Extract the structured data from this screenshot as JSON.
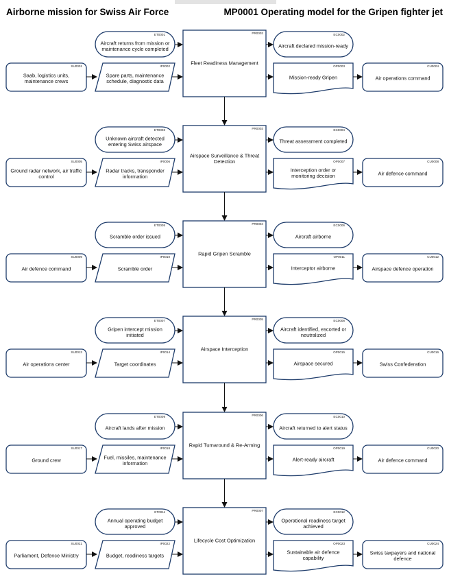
{
  "header": {
    "left_title": "Airborne mission for Swiss Air Force",
    "right_title": "MP0001 Operating model for the Gripen fighter jet"
  },
  "rows": [
    {
      "process": {
        "code": "PR0002",
        "label": [
          "Fleet Readiness Management"
        ]
      },
      "event_in": {
        "code": "ET0001",
        "label": [
          "Aircraft returns from mission or",
          "maintenance cycle completed"
        ]
      },
      "event_out": {
        "code": "EC0002",
        "label": [
          "Aircraft declared mission-ready"
        ]
      },
      "supplier": {
        "code": "SU0001",
        "label": [
          "Saab, logistics units,",
          "maintenance crews"
        ]
      },
      "input": {
        "code": "IP0002",
        "label": [
          "Spare parts, maintenance",
          "schedule, diagnostic data"
        ]
      },
      "output": {
        "code": "OP0003",
        "label": [
          "Mission-ready Gripen"
        ]
      },
      "customer": {
        "code": "CU0004",
        "label": [
          "Air operations command"
        ]
      }
    },
    {
      "process": {
        "code": "PR0003",
        "label": [
          "Airspace Surveillance & Threat",
          "Detection"
        ]
      },
      "event_in": {
        "code": "ET0003",
        "label": [
          "Unknown aircraft detected",
          "entering Swiss airspace"
        ]
      },
      "event_out": {
        "code": "EC0004",
        "label": [
          "Threat assessment completed"
        ]
      },
      "supplier": {
        "code": "SU0005",
        "label": [
          "Ground radar network, air traffic",
          "control"
        ]
      },
      "input": {
        "code": "IP0006",
        "label": [
          "Radar tracks, transponder",
          "information"
        ]
      },
      "output": {
        "code": "OP0007",
        "label": [
          "Interception order or",
          "monitoring decision"
        ]
      },
      "customer": {
        "code": "CU0008",
        "label": [
          "Air defence command"
        ]
      }
    },
    {
      "process": {
        "code": "PR0004",
        "label": [
          "Rapid Gripen Scramble"
        ]
      },
      "event_in": {
        "code": "ET0005",
        "label": [
          "Scramble order issued"
        ]
      },
      "event_out": {
        "code": "EC0006",
        "label": [
          "Aircraft airborne"
        ]
      },
      "supplier": {
        "code": "SU0009",
        "label": [
          "Air defence command"
        ]
      },
      "input": {
        "code": "IP0010",
        "label": [
          "Scramble order"
        ]
      },
      "output": {
        "code": "OP0011",
        "label": [
          "Interceptor airborne"
        ]
      },
      "customer": {
        "code": "CU0012",
        "label": [
          "Airspace defence operation"
        ]
      }
    },
    {
      "process": {
        "code": "PR0005",
        "label": [
          "Airspace Interception"
        ]
      },
      "event_in": {
        "code": "ET0007",
        "label": [
          "Gripen intercept mission",
          "initiated"
        ]
      },
      "event_out": {
        "code": "EC0008",
        "label": [
          "Aircraft identified, escorted or",
          "neutralized"
        ]
      },
      "supplier": {
        "code": "SU0013",
        "label": [
          "Air operations center"
        ]
      },
      "input": {
        "code": "IP0014",
        "label": [
          "Target coordinates"
        ]
      },
      "output": {
        "code": "OP0015",
        "label": [
          "Airspace secured"
        ]
      },
      "customer": {
        "code": "CU0016",
        "label": [
          "Swiss Confederation"
        ]
      }
    },
    {
      "process": {
        "code": "PR0006",
        "label": [
          "Rapid Turnaround & Re-Arming"
        ]
      },
      "event_in": {
        "code": "ET0009",
        "label": [
          "Aircraft lands after mission"
        ]
      },
      "event_out": {
        "code": "EC0010",
        "label": [
          "Aircraft returned to alert status"
        ]
      },
      "supplier": {
        "code": "SU0017",
        "label": [
          "Ground crew"
        ]
      },
      "input": {
        "code": "IP0018",
        "label": [
          "Fuel, missiles, maintenance",
          "information"
        ]
      },
      "output": {
        "code": "OP0019",
        "label": [
          "Alert-ready aircraft"
        ]
      },
      "customer": {
        "code": "CU0020",
        "label": [
          "Air defence command"
        ]
      }
    },
    {
      "process": {
        "code": "PR0007",
        "label": [
          "Lifecycle Cost Optimization"
        ]
      },
      "event_in": {
        "code": "ET0011",
        "label": [
          "Annual operating budget",
          "approved"
        ]
      },
      "event_out": {
        "code": "EC0012",
        "label": [
          "Operational readiness target",
          "achieved"
        ]
      },
      "supplier": {
        "code": "SU0021",
        "label": [
          "Parliament, Defence Ministry"
        ]
      },
      "input": {
        "code": "IP0022",
        "label": [
          "Budget, readiness targets"
        ]
      },
      "output": {
        "code": "OP0023",
        "label": [
          "Sustainable air defence",
          "capability"
        ]
      },
      "customer": {
        "code": "CU0024",
        "label": [
          "Swiss taxpayers and national",
          "defence"
        ]
      }
    }
  ]
}
